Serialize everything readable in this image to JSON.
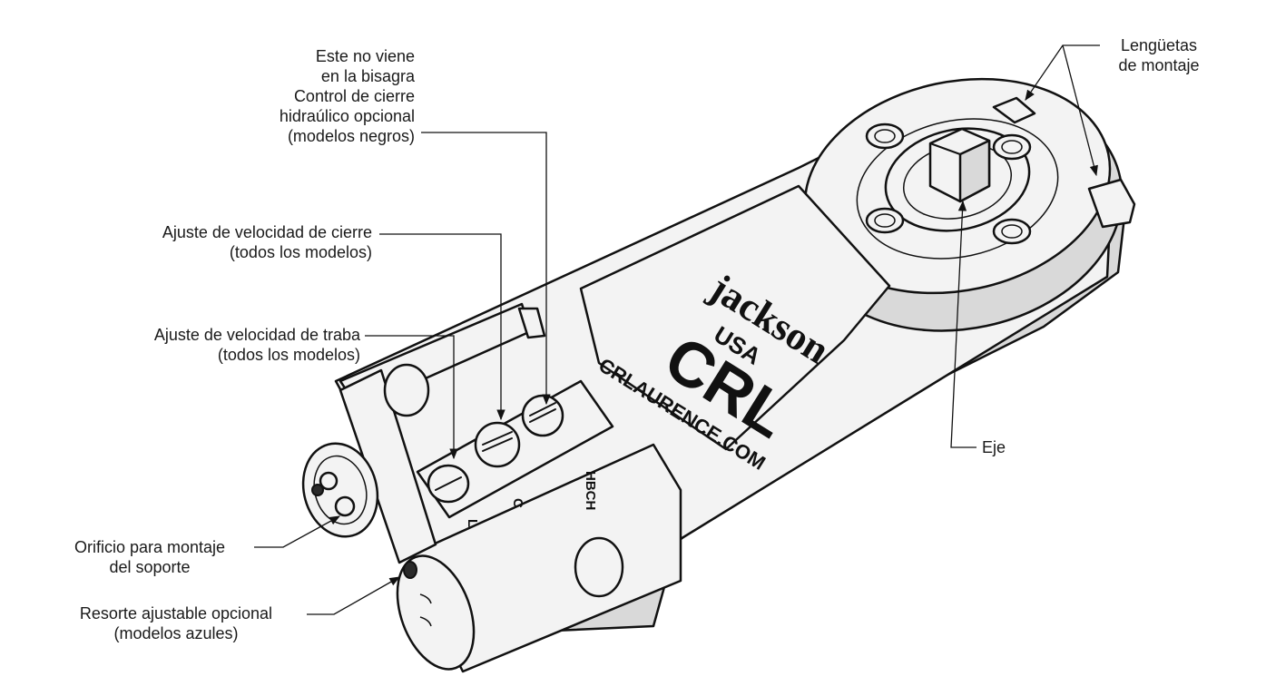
{
  "labels": {
    "hbch": [
      "Este no viene",
      "en la bisagra",
      "Control de cierre",
      "hidraúlico opcional",
      "(modelos negros)"
    ],
    "closing_speed": [
      "Ajuste de velocidad de cierre",
      "(todos los modelos)"
    ],
    "latch_speed": [
      "Ajuste de velocidad de traba",
      "(todos los modelos)"
    ],
    "bracket_hole": [
      "Orificio para montaje",
      "del soporte"
    ],
    "spring": [
      "Resorte ajustable opcional",
      "(modelos azules)"
    ],
    "axle": [
      "Eje"
    ],
    "tabs": [
      "Lengüetas",
      "de montaje"
    ]
  },
  "valve_markings": {
    "hbch": "HBCH",
    "c": "C",
    "l": "L"
  },
  "logo": {
    "jackson": "jackson",
    "usa": "USA",
    "crl": "CRL",
    "website": "CRLAURENCE.COM"
  },
  "colors": {
    "line": "#111111",
    "body_fill": "#f3f3f3",
    "shadow_fill": "#d9d9d9",
    "background": "#ffffff"
  }
}
